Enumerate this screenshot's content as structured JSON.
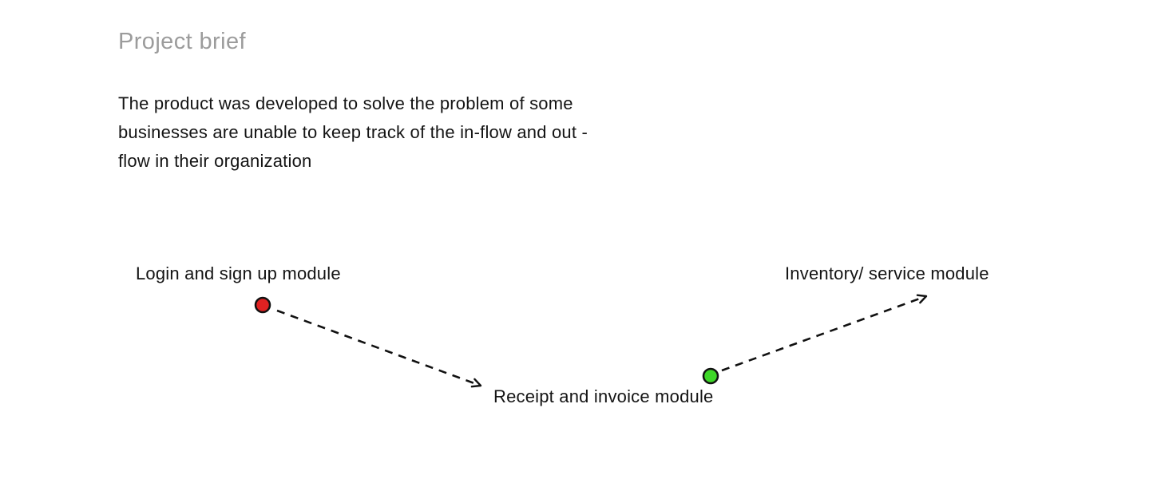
{
  "header": {
    "title": "Project brief"
  },
  "brief": {
    "lines": [
      "The product was developed to solve the problem of some",
      "businesses are unable to keep track of the in-flow and out -",
      "flow in their organization"
    ]
  },
  "diagram": {
    "nodes": [
      {
        "id": "login",
        "label": "Login and sign up module",
        "dot_color": "#e02222"
      },
      {
        "id": "receipt",
        "label": "Receipt and invoice module",
        "dot_color": "#3ed728"
      },
      {
        "id": "inventory",
        "label": "Inventory/ service module"
      }
    ],
    "connections": [
      {
        "from": "login",
        "to": "receipt",
        "style": "dashed-arrow"
      },
      {
        "from": "receipt",
        "to": "inventory",
        "style": "dashed-arrow"
      }
    ]
  },
  "colors": {
    "background": "#ffffff",
    "title": "#9c9c9c",
    "text": "#141414",
    "arrow": "#111111"
  }
}
